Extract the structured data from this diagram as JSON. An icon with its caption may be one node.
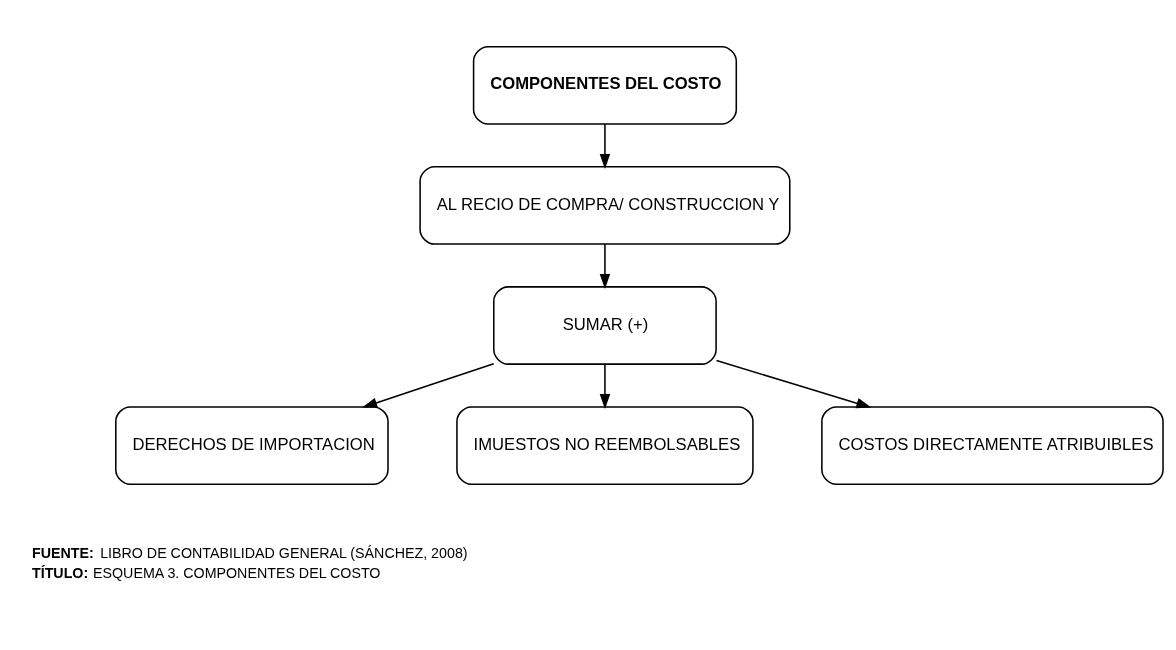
{
  "diagram": {
    "nodes": [
      {
        "text": [
          "COMPONENTES DEL COSTO"
        ]
      },
      {
        "text": [
          "AL RECIO DE COMPRA/ CONSTRUCCION Y"
        ]
      },
      {
        "text": [
          "SUMAR (+)"
        ]
      },
      {
        "text": [
          "DERECHOS DE IMPORTACION"
        ]
      },
      {
        "text": [
          "IMUESTOS NO REEMBOLSABLES"
        ]
      },
      {
        "text": [
          "COSTOS DIRECTAMENTE ATRIBUIBLES"
        ]
      }
    ],
    "edges": [
      {
        "from": 0,
        "to": 1,
        "arrow": "to"
      },
      {
        "from": 1,
        "to": 2,
        "arrow": "to"
      },
      {
        "from": 2,
        "to": 3,
        "arrow": "to"
      },
      {
        "from": 2,
        "to": 4,
        "arrow": "to"
      },
      {
        "from": 2,
        "to": 5,
        "arrow": "to"
      }
    ],
    "labels": [
      "**FUENTE:** LIBRO DE CONTABILIDAD GENERAL (SÁNCHEZ, 2008)",
      "**TÍTULO:** ESQUEMA 3. COMPONENTES DEL COSTO"
    ]
  }
}
